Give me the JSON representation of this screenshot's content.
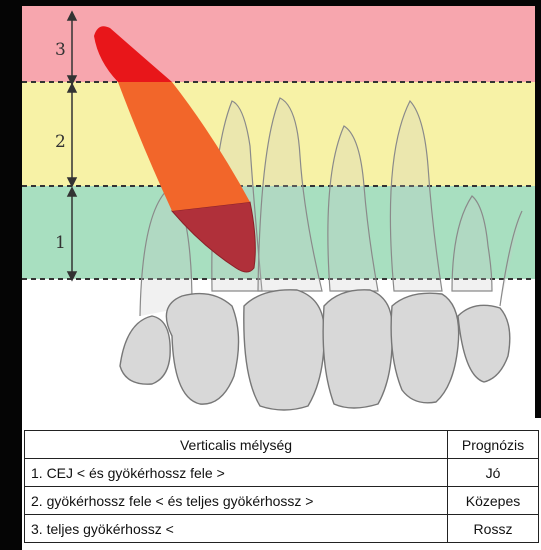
{
  "zones": [
    {
      "label": "3",
      "color": "#f7a6ae"
    },
    {
      "label": "2",
      "color": "#f7f2a6"
    },
    {
      "label": "1",
      "color": "#a8dfc0"
    }
  ],
  "table": {
    "header": {
      "depth": "Verticalis mélység",
      "prognosis": "Prognózis"
    },
    "rows": [
      {
        "depth": "1. CEJ < és gyökérhossz fele >",
        "prognosis": "Jó"
      },
      {
        "depth": "2. gyökérhossz fele < és teljes gyökérhossz >",
        "prognosis": "Közepes"
      },
      {
        "depth": "3. teljes gyökérhossz <",
        "prognosis": "Rossz"
      }
    ]
  },
  "colors": {
    "defect_upper": "#e8161a",
    "defect_mid": "#f2662a",
    "defect_lower": "#b0303a",
    "tooth": "#d8d8d8"
  }
}
